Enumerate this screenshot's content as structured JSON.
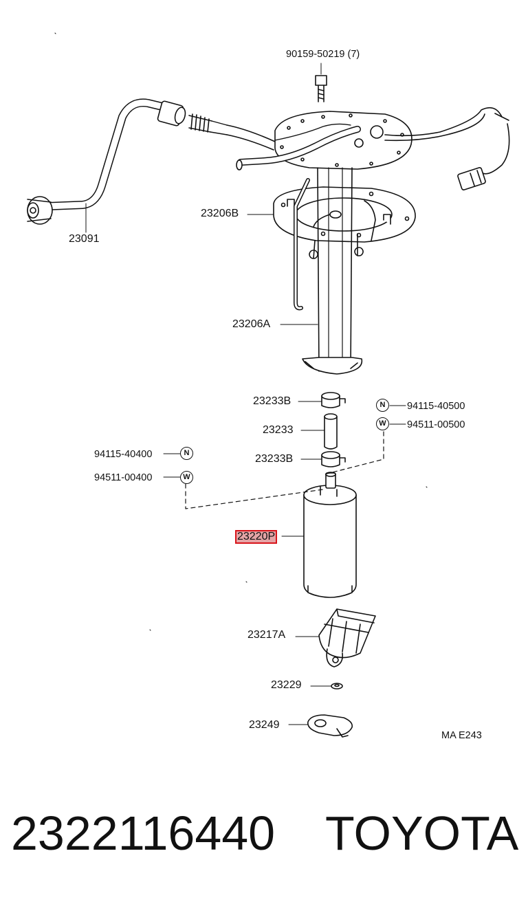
{
  "labels": {
    "bolt": "90159-50219 (7)",
    "tube": "23091",
    "bracket_b": "23206B",
    "bracket_a": "23206A",
    "clamp_top": "23233B",
    "hose": "23233",
    "clamp_bottom": "23233B",
    "pump": "23220P",
    "filter": "23217A",
    "cushion": "23229",
    "retainer": "23249",
    "nut_right": "94115-40500",
    "washer_right": "94511-00500",
    "nut_left": "94115-40400",
    "washer_left": "94511-00400",
    "ref_code": "MA  E243"
  },
  "symbols": {
    "nut": "N",
    "washer": "W"
  },
  "footer": {
    "part_number": "2322116440",
    "brand": "TOYOTA"
  },
  "colors": {
    "line": "#111111",
    "highlight_border": "#d8141a",
    "highlight_fill": "#e4a4a6"
  }
}
